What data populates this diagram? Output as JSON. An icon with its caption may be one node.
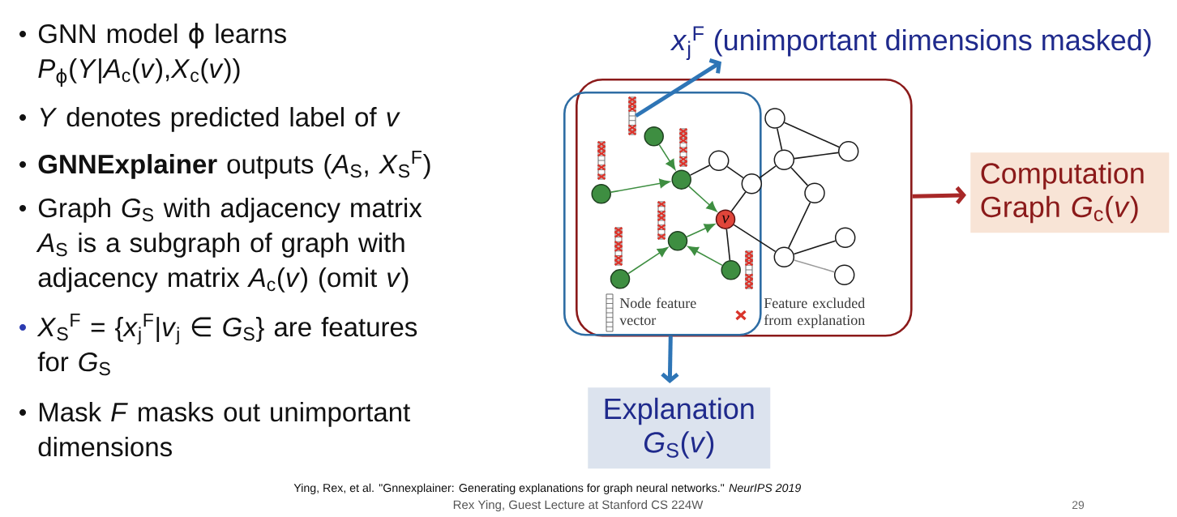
{
  "diagram": {
    "nodes": [
      {
        "text": [
          "*x*$_{j}$$^{F}$ (unimportant dimensions masked)"
        ]
      },
      {
        "text": [],
        "shape": "box"
      },
      {
        "text": [],
        "shape": "box"
      },
      {
        "text": [],
        "shape": "bar",
        "in": 2
      },
      {
        "text": [],
        "shape": "circle",
        "in": 2
      },
      {
        "text": [],
        "shape": "circle",
        "in": 2
      },
      {
        "text": [],
        "shape": "circle",
        "in": 2
      },
      {
        "text": [],
        "shape": "circle",
        "in": 2
      },
      {
        "text": [],
        "shape": "circle",
        "in": 2
      },
      {
        "text": [],
        "shape": "circle",
        "in": 1
      },
      {
        "text": [],
        "shape": "circle",
        "in": 1
      },
      {
        "text": [],
        "shape": "circle",
        "in": 1
      },
      {
        "text": [],
        "shape": "circle",
        "in": 1
      },
      {
        "text": [
          "v"
        ],
        "in": 2
      },
      {
        "text": [],
        "shape": "circle",
        "in": 2
      },
      {
        "text": [],
        "shape": "circle",
        "in": 2
      },
      {
        "text": [],
        "shape": "circle",
        "in": 2
      },
      {
        "text": [],
        "shape": "circle",
        "in": 1
      },
      {
        "text": [],
        "shape": "circle",
        "in": 1
      },
      {
        "text": [],
        "shape": "circle",
        "in": 1
      },
      {
        "text": [
          "Computation Graph *G*$_{c}$(*v*)"
        ]
      },
      {
        "text": [
          "Explanation *G*$_{S}$(*v*)"
        ]
      }
    ],
    "edges": [
      {
        "from": 3,
        "to": 0,
        "arrow": "to",
        "style": "thick",
        "color": "#2e75b6"
      },
      {
        "from": 4,
        "to": 5,
        "arrow": "to",
        "color": "#3e8e41"
      },
      {
        "from": 6,
        "to": 5,
        "arrow": "to",
        "color": "#3e8e41"
      },
      {
        "from": 5,
        "to": 13,
        "arrow": "to",
        "color": "#3e8e41"
      },
      {
        "from": 14,
        "to": 13,
        "arrow": "to",
        "color": "#3e8e41"
      },
      {
        "from": 15,
        "to": 14,
        "arrow": "to",
        "color": "#3e8e41"
      },
      {
        "from": 16,
        "to": 14,
        "arrow": "to",
        "color": "#3e8e41"
      },
      {
        "from": 5,
        "to": 7,
        "arrow": "none"
      },
      {
        "from": 7,
        "to": 8,
        "arrow": "none"
      },
      {
        "from": 8,
        "to": 13,
        "arrow": "none"
      },
      {
        "from": 8,
        "to": 10,
        "arrow": "none"
      },
      {
        "from": 9,
        "to": 10,
        "arrow": "none"
      },
      {
        "from": 9,
        "to": 11,
        "arrow": "none"
      },
      {
        "from": 10,
        "to": 11,
        "arrow": "none"
      },
      {
        "from": 10,
        "to": 12,
        "arrow": "none"
      },
      {
        "from": 12,
        "to": 17,
        "arrow": "none"
      },
      {
        "from": 13,
        "to": 17,
        "arrow": "none"
      },
      {
        "from": 13,
        "to": 16,
        "arrow": "none"
      },
      {
        "from": 17,
        "to": 18,
        "arrow": "none"
      },
      {
        "from": 17,
        "to": 19,
        "arrow": "none",
        "color": "#9a9a9a"
      },
      {
        "from": 2,
        "to": 21,
        "arrow": "to",
        "style": "thick",
        "color": "#2e75b6"
      },
      {
        "from": 1,
        "to": 20,
        "arrow": "to",
        "style": "thick",
        "color": "#a82828"
      }
    ],
    "labels": [
      "GNN model ϕ learns *P*$_{ϕ}$(*Y*|*A*$_{c}$(*v*),*X*$_{c}$(*v*))",
      "*Y* denotes predicted label of *v*",
      "**GNNExplainer** outputs (*A*$_{S}$, *X*$_{S}$$^{F}$)",
      "Graph *G*$_{S}$ with adjacency matrix *A*$_{S}$ is a subgraph of graph with adjacency matrix *A*$_{c}$(*v*) (omit *v*)",
      "*X*$_{S}$$^{F}$ = {*x*$_{j}$$^{F}$|*v*$_{j}$ ∈ *G*$_{S}$} are features for *G*$_{S}$",
      "Mask *F* masks out unimportant dimensions",
      "Ying, Rex, et al. \"Gnnexplainer: Generating explanations for graph neural networks.\" *NeurIPS 2019*",
      "Rex Ying, Guest Lecture at Stanford CS 224W",
      "29"
    ],
    "legend": [
      {
        "text": "Node feature vector"
      },
      {
        "text": "Feature excluded from explanation"
      }
    ]
  }
}
